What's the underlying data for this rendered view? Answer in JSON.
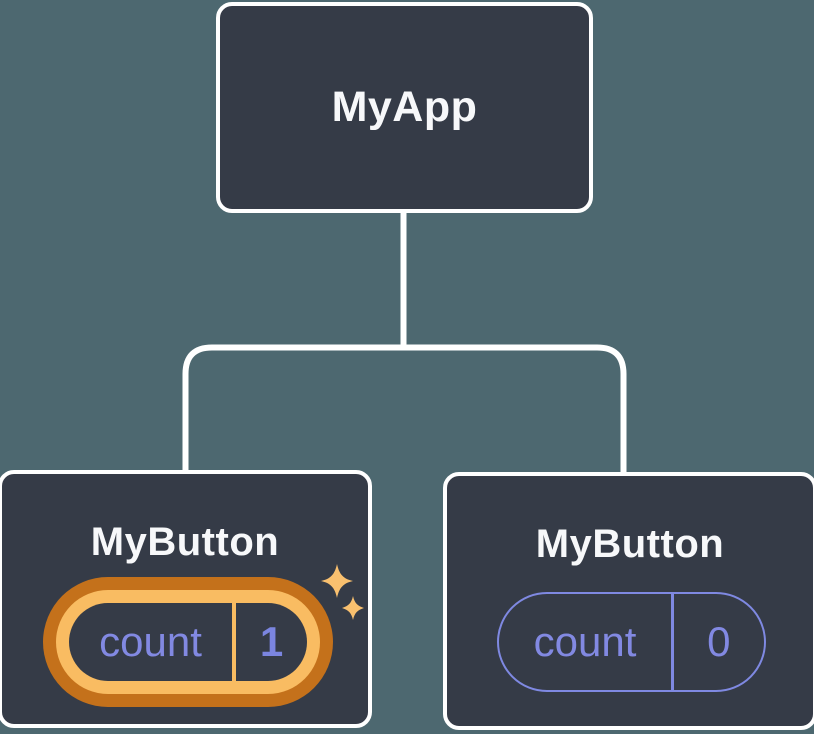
{
  "diagram": {
    "type": "component-tree",
    "root": {
      "label": "MyApp"
    },
    "children": [
      {
        "label": "MyButton",
        "state": {
          "key": "count",
          "value": "1"
        },
        "highlighted": true
      },
      {
        "label": "MyButton",
        "state": {
          "key": "count",
          "value": "0"
        },
        "highlighted": false
      }
    ],
    "colors": {
      "background": "#4d6870",
      "node_fill": "#353b47",
      "node_border": "#ffffff",
      "connector": "#ffffff",
      "title_text": "#f7f8fa",
      "state_text": "#8289e2",
      "state_pill_border": "#7f89e2",
      "highlight_outer": "#c4711b",
      "highlight_inner": "#f9bc62",
      "highlight_value_text": "#7b85e0",
      "sparkle": "#f9c06f"
    }
  }
}
